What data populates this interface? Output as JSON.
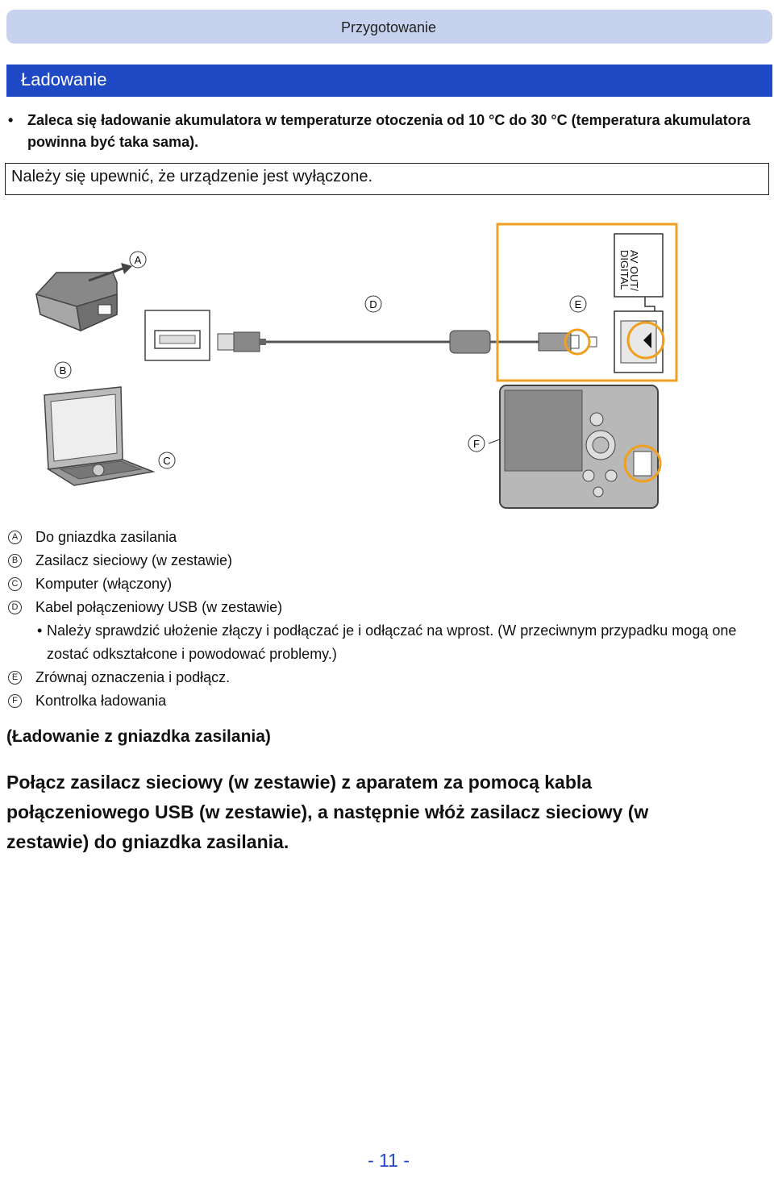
{
  "header": {
    "title": "Przygotowanie"
  },
  "section": {
    "title": "Ładowanie"
  },
  "intro": {
    "bullet": "•",
    "text": "Zaleca się ładowanie akumulatora w temperaturze otoczenia od 10 °C do 30 °C (temperatura akumulatora powinna być taka sama)."
  },
  "note": "Należy się upewnić, że urządzenie jest wyłączone.",
  "diagram": {
    "callouts": {
      "a": "A",
      "b": "B",
      "c": "C",
      "d": "D",
      "e": "E",
      "f": "F"
    },
    "port_label_line1": "AV OUT/",
    "port_label_line2": "DIGITAL"
  },
  "legend": {
    "items": [
      {
        "mark": "A",
        "text": "Do gniazdka zasilania"
      },
      {
        "mark": "B",
        "text": "Zasilacz sieciowy (w zestawie)"
      },
      {
        "mark": "C",
        "text": "Komputer (włączony)"
      },
      {
        "mark": "D",
        "text": "Kabel połączeniowy USB (w zestawie)"
      },
      {
        "mark": "E",
        "text": "Zrównaj oznaczenia i podłącz."
      },
      {
        "mark": "F",
        "text": "Kontrolka ładowania"
      }
    ],
    "sub_bullet": "•",
    "sub_note": "Należy sprawdzić ułożenie złączy i podłączać je i odłączać na wprost. (W przeciwnym przypadku mogą one zostać odkształcone i powodować problemy.)"
  },
  "subheading": "(Ładowanie z gniazdka zasilania)",
  "instruction": "Połącz zasilacz sieciowy (w zestawie) z aparatem za pomocą kabla połączeniowego USB (w zestawie), a następnie włóż zasilacz sieciowy (w zestawie) do gniazdka zasilania.",
  "footer": {
    "page": "- 11 -"
  },
  "colors": {
    "accent": "#1f48c4",
    "header_bg": "#c6d2ee",
    "highlight": "#f0a020"
  }
}
